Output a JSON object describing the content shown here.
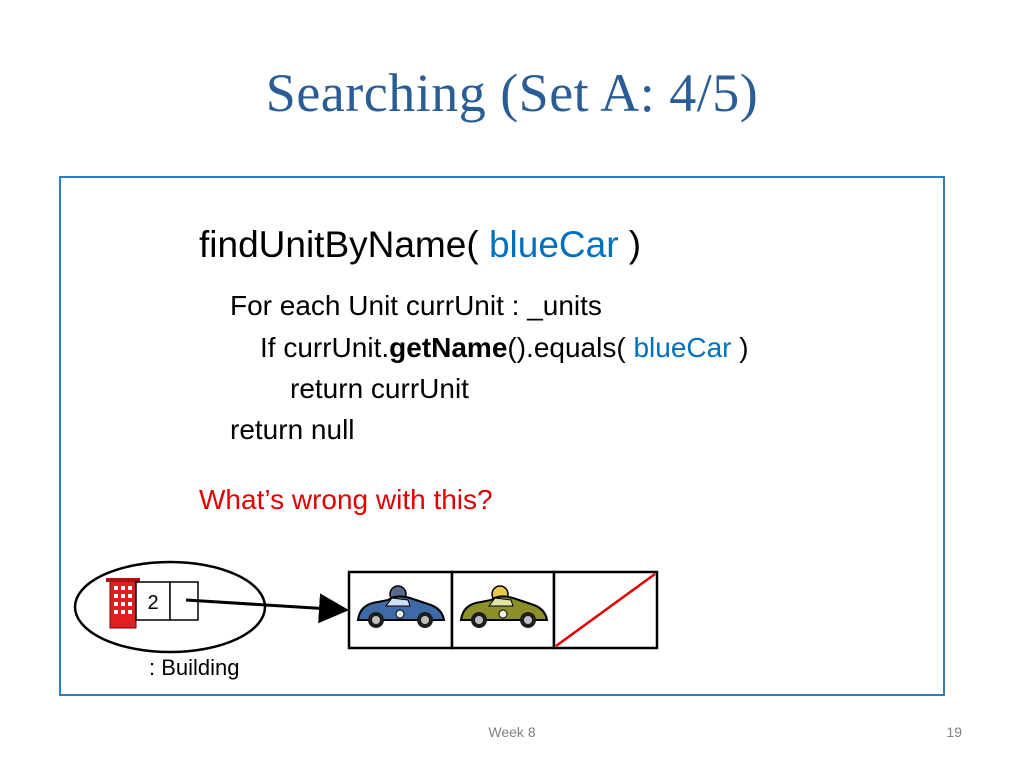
{
  "title": "Searching (Set A: 4/5)",
  "method": {
    "name": "findUnitByName(",
    "arg": "blueCar",
    "close": ")"
  },
  "code": {
    "line1": "For each Unit currUnit : _units",
    "line2_prefix": "If currUnit.",
    "line2_bold": "getName",
    "line2_mid": "().equals( ",
    "line2_arg": "blueCar",
    "line2_end": " )",
    "line3": "return currUnit",
    "line4": "return null"
  },
  "question": "What’s wrong with this?",
  "diagram": {
    "building_count": "2",
    "building_label": ": Building",
    "icons": [
      "building-icon",
      "blue-car-icon",
      "green-car-icon"
    ]
  },
  "colors": {
    "title": "#2a5d96",
    "border": "#2d7fc0",
    "accent_blue": "#0070c0",
    "question_red": "#e00000",
    "null_slash": "#e00000"
  },
  "footer": {
    "week": "Week 8",
    "page": "19"
  }
}
